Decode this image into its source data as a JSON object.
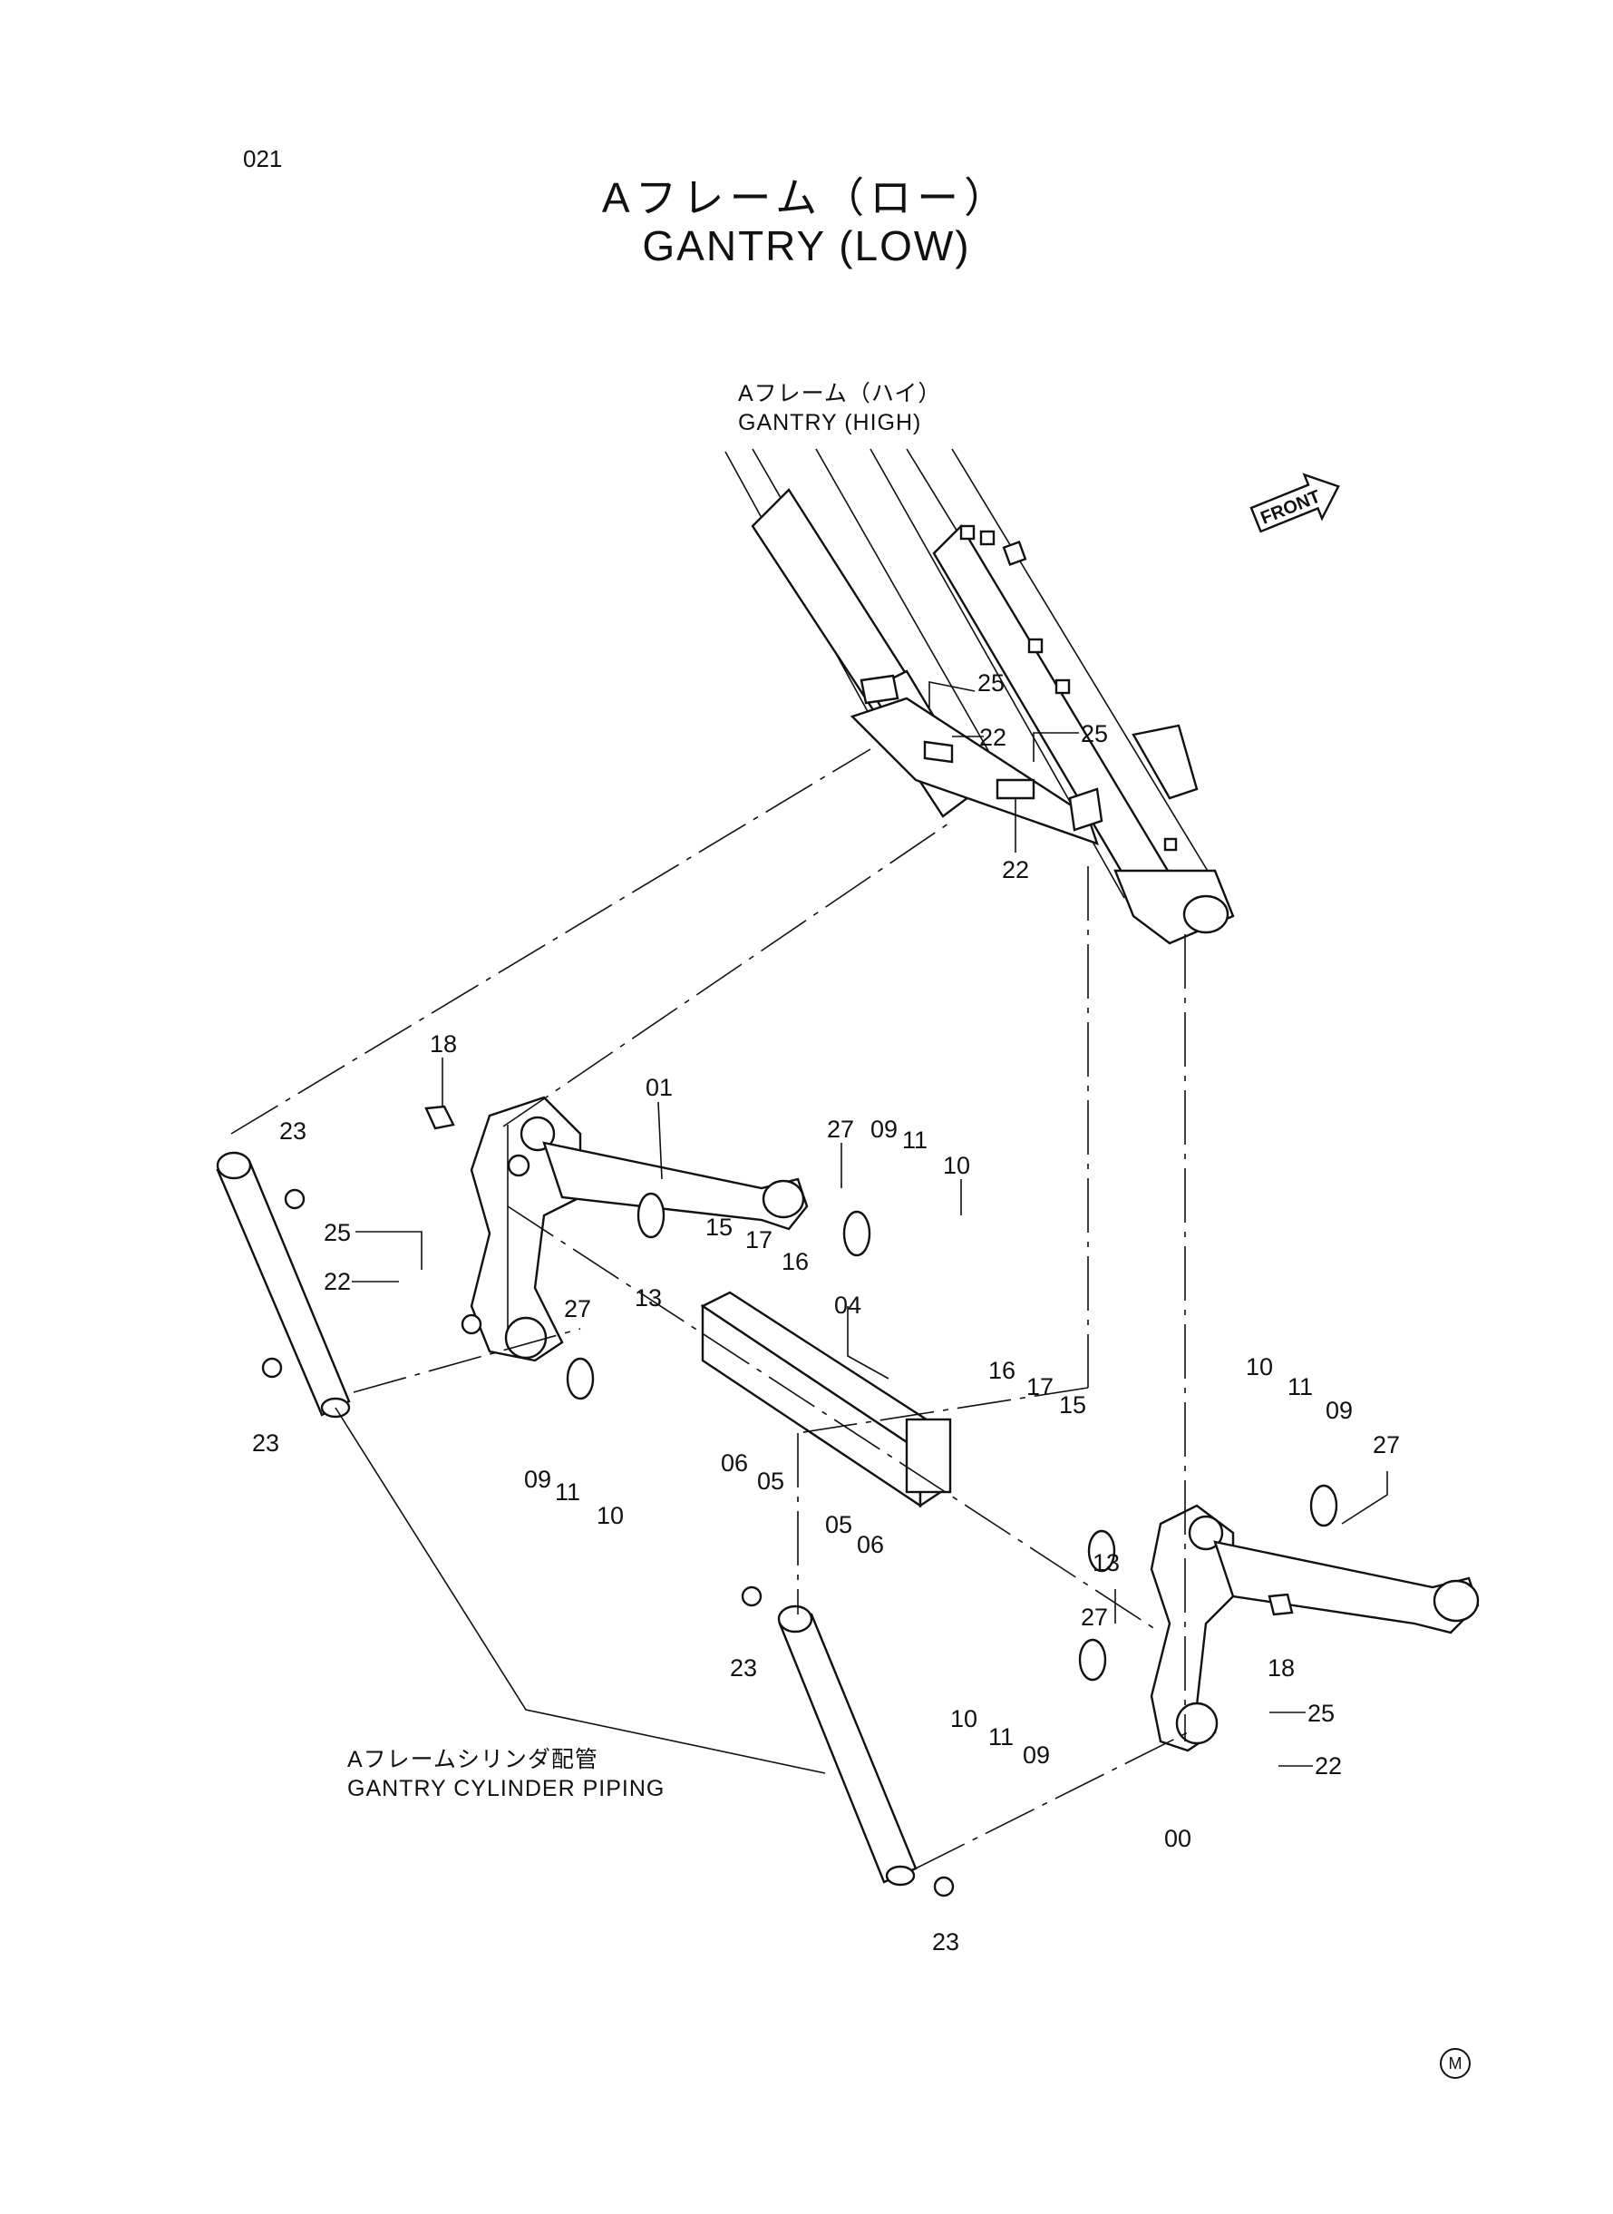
{
  "page_number": "021",
  "title_jp": "Aフレーム（ロー）",
  "title_en": "GANTRY (LOW)",
  "notes": {
    "gantry_high_jp": "Aフレーム（ハイ）",
    "gantry_high_en": "GANTRY (HIGH)",
    "piping_jp": "Aフレームシリンダ配管",
    "piping_en": "GANTRY CYLINDER PIPING"
  },
  "front_label": "FRONT",
  "mark": "M",
  "callouts": [
    {
      "id": "c-25a",
      "text": "25"
    },
    {
      "id": "c-22a",
      "text": "22"
    },
    {
      "id": "c-25b",
      "text": "25"
    },
    {
      "id": "c-22b",
      "text": "22"
    },
    {
      "id": "c-18a",
      "text": "18"
    },
    {
      "id": "c-01",
      "text": "01"
    },
    {
      "id": "c-23a",
      "text": "23"
    },
    {
      "id": "c-27a",
      "text": "27"
    },
    {
      "id": "c-09a",
      "text": "09"
    },
    {
      "id": "c-11a",
      "text": "11"
    },
    {
      "id": "c-10a",
      "text": "10"
    },
    {
      "id": "c-25c",
      "text": "25"
    },
    {
      "id": "c-22c",
      "text": "22"
    },
    {
      "id": "c-15a",
      "text": "15"
    },
    {
      "id": "c-17a",
      "text": "17"
    },
    {
      "id": "c-16a",
      "text": "16"
    },
    {
      "id": "c-13a",
      "text": "13"
    },
    {
      "id": "c-27b",
      "text": "27"
    },
    {
      "id": "c-04",
      "text": "04"
    },
    {
      "id": "c-23b",
      "text": "23"
    },
    {
      "id": "c-09b",
      "text": "09"
    },
    {
      "id": "c-11b",
      "text": "11"
    },
    {
      "id": "c-10b",
      "text": "10"
    },
    {
      "id": "c-06a",
      "text": "06"
    },
    {
      "id": "c-05a",
      "text": "05"
    },
    {
      "id": "c-16b",
      "text": "16"
    },
    {
      "id": "c-17b",
      "text": "17"
    },
    {
      "id": "c-15b",
      "text": "15"
    },
    {
      "id": "c-10c",
      "text": "10"
    },
    {
      "id": "c-11c",
      "text": "11"
    },
    {
      "id": "c-09c",
      "text": "09"
    },
    {
      "id": "c-27c",
      "text": "27"
    },
    {
      "id": "c-05b",
      "text": "05"
    },
    {
      "id": "c-06b",
      "text": "06"
    },
    {
      "id": "c-13b",
      "text": "13"
    },
    {
      "id": "c-23c",
      "text": "23"
    },
    {
      "id": "c-27d",
      "text": "27"
    },
    {
      "id": "c-18b",
      "text": "18"
    },
    {
      "id": "c-10d",
      "text": "10"
    },
    {
      "id": "c-11d",
      "text": "11"
    },
    {
      "id": "c-09d",
      "text": "09"
    },
    {
      "id": "c-25d",
      "text": "25"
    },
    {
      "id": "c-22d",
      "text": "22"
    },
    {
      "id": "c-00",
      "text": "00"
    },
    {
      "id": "c-23d",
      "text": "23"
    }
  ]
}
